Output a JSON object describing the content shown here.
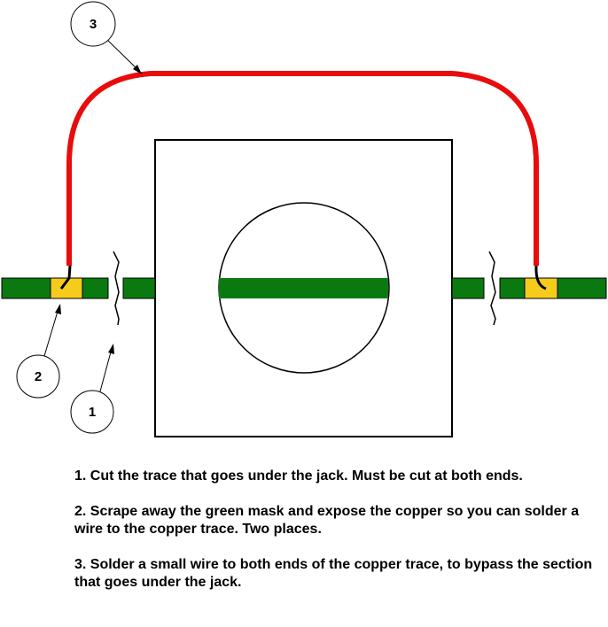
{
  "callouts": [
    "1",
    "2",
    "3"
  ],
  "notes": [
    "1. Cut the trace that goes under the jack. Must be cut at both ends.",
    "2. Scrape away the green mask and expose the copper so you can solder a wire to the copper trace. Two places.",
    "3. Solder a small wire to both ends of the copper trace, to bypass the section that goes under the jack."
  ],
  "colors": {
    "trace": "#0a7a10",
    "copper": "#f5cc1c",
    "wire": "#e80c0c"
  }
}
